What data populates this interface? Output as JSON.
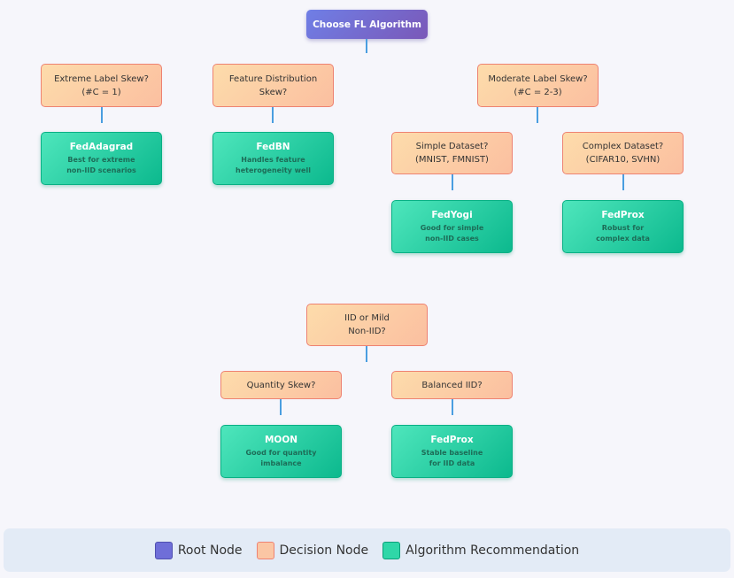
{
  "diagram": {
    "root": {
      "label": "Choose FL Algorithm"
    },
    "decisions": {
      "extreme_label_skew": "Extreme Label Skew?\n(#C = 1)",
      "feature_distribution_skew": "Feature Distribution\nSkew?",
      "moderate_label_skew": "Moderate Label Skew?\n(#C = 2-3)",
      "simple_dataset": "Simple Dataset?\n(MNIST, FMNIST)",
      "complex_dataset": "Complex Dataset?\n(CIFAR10, SVHN)",
      "iid_or_mild": "IID or Mild\nNon-IID?",
      "quantity_skew": "Quantity Skew?",
      "balanced_iid": "Balanced IID?"
    },
    "algorithms": {
      "fedadagrad": {
        "name": "FedAdagrad",
        "desc": "Best for extreme\nnon-IID scenarios"
      },
      "fedbn": {
        "name": "FedBN",
        "desc": "Handles feature\nheterogeneity well"
      },
      "fedyogi": {
        "name": "FedYogi",
        "desc": "Good for simple\nnon-IID cases"
      },
      "fedprox_complex": {
        "name": "FedProx",
        "desc": "Robust for\ncomplex data"
      },
      "moon": {
        "name": "MOON",
        "desc": "Good for quantity\nimbalance"
      },
      "fedprox_iid": {
        "name": "FedProx",
        "desc": "Stable baseline\nfor IID data"
      }
    }
  },
  "legend": {
    "items": [
      {
        "label": "Root Node"
      },
      {
        "label": "Decision Node"
      },
      {
        "label": "Algorithm Recommendation"
      }
    ]
  },
  "colors": {
    "root": "#6f6ed8",
    "decision": "#fbc6a4",
    "decision_border": "#ee8272",
    "algorithm": "#2fd7a8",
    "connector": "#4a9ee0",
    "background": "#f6f6fb"
  }
}
